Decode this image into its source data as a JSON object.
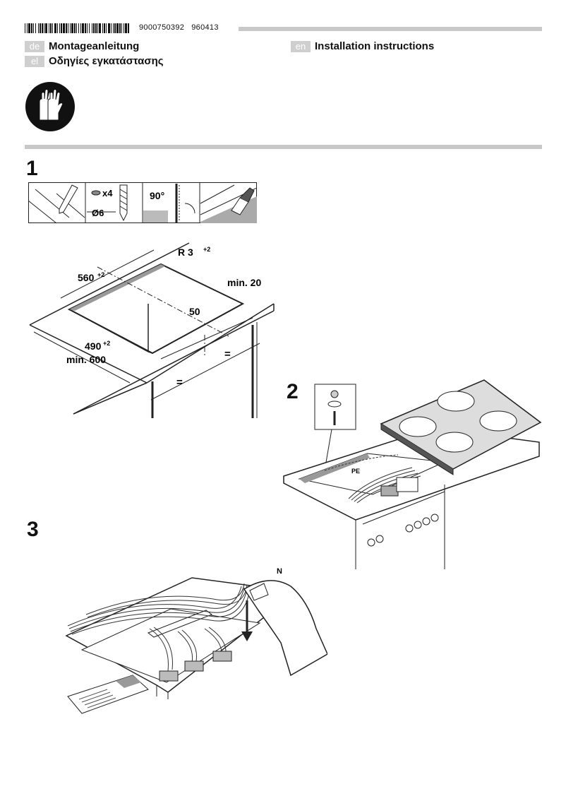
{
  "header": {
    "doc_number": "9000750392",
    "doc_date": "960413",
    "languages": [
      {
        "code": "de",
        "title": "Montageanleitung"
      },
      {
        "code": "el",
        "title": "Οδηγίες εγκατάστασης"
      },
      {
        "code": "en",
        "title": "Installation instructions"
      }
    ]
  },
  "warning_icon": "gloves-icon",
  "steps": {
    "s1": {
      "number": "1",
      "tools": {
        "screws_count": "x4",
        "drill_diameter": "Ø6",
        "saw_angle": "90°"
      },
      "dims": {
        "radius": "R 3",
        "radius_sup": "+2",
        "width": "560",
        "width_sup": "+2",
        "depth": "490",
        "depth_sup": "+2",
        "min_600": "min. 600",
        "min_20": "min. 20",
        "edge_50": "50",
        "equal": "="
      }
    },
    "s2": {
      "number": "2",
      "pe_label": "PE"
    },
    "s3": {
      "number": "3",
      "n_label": "N"
    }
  }
}
